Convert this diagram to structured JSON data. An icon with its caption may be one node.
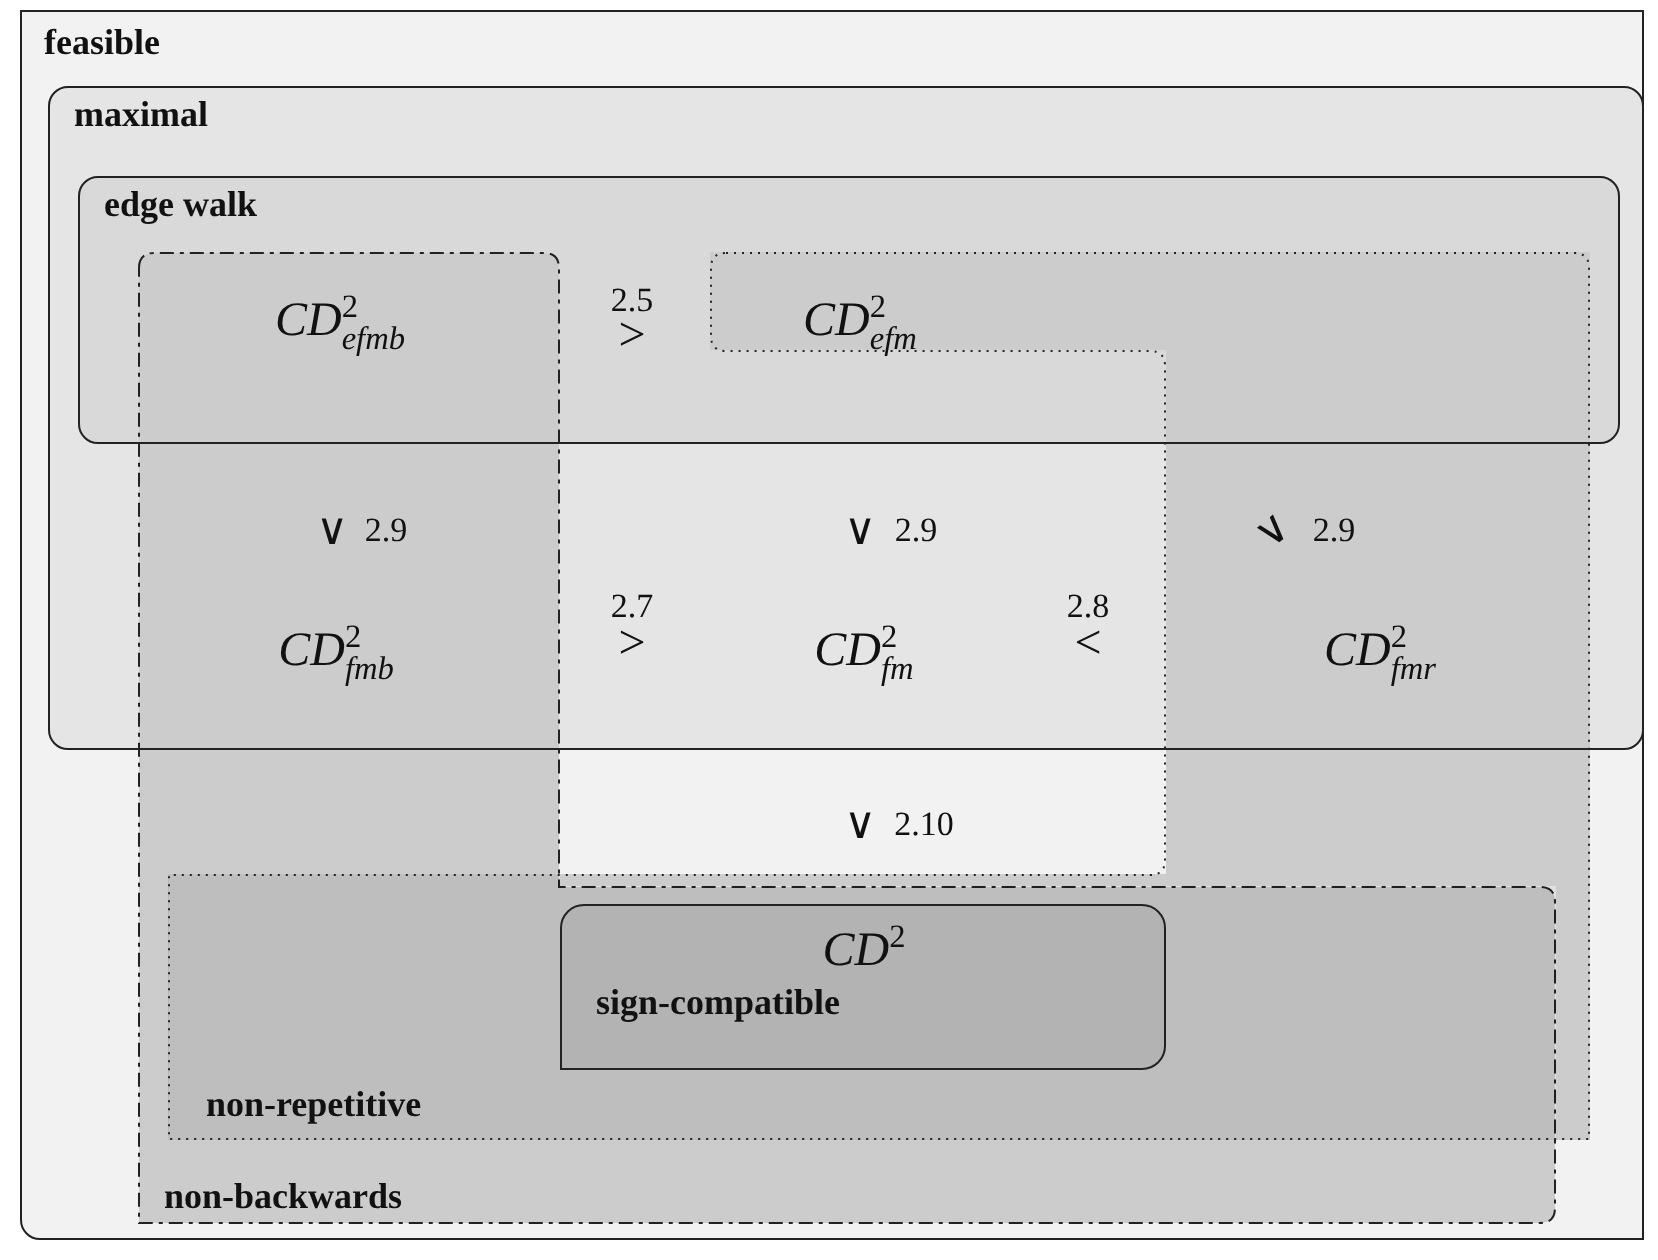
{
  "diagram": {
    "nodes": [
      {
        "text": [
          "feasible"
        ]
      },
      {
        "text": [
          "maximal"
        ],
        "in": 0
      },
      {
        "text": [
          "edge walk"
        ],
        "in": 1
      },
      {
        "text": [
          "non-backwards"
        ],
        "in": 0
      },
      {
        "text": [
          "non-repetitive"
        ],
        "in": 0
      },
      {
        "text": [
          "CD$^{2}$",
          "sign-compatible"
        ],
        "in": 4
      }
    ],
    "edges": [],
    "labels": [
      "CD$^{2}$$_{efmb}$",
      "2.5",
      ">",
      "CD$^{2}$$_{efm}$",
      "∨",
      "2.9",
      "∨",
      "2.9",
      "∨",
      "2.9",
      "CD$^{2}$$_{fmb}$",
      "2.7",
      ">",
      "CD$^{2}$$_{fm}$",
      "2.8",
      "<",
      "CD$^{2}$$_{fmr}$",
      "∨",
      "2.10"
    ]
  }
}
